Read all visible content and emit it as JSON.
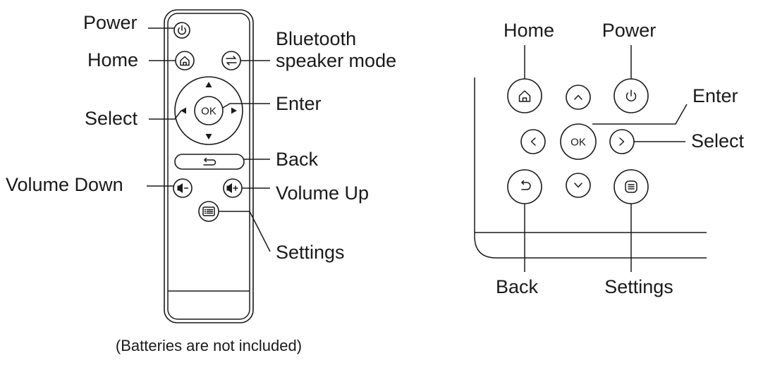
{
  "remote": {
    "labels": {
      "power": "Power",
      "home": "Home",
      "bluetooth_line1": "Bluetooth",
      "bluetooth_line2": "speaker mode",
      "select": "Select",
      "enter": "Enter",
      "back": "Back",
      "volume_down": "Volume Down",
      "volume_up": "Volume Up",
      "settings": "Settings"
    },
    "ok_label": "OK",
    "note": "(Batteries are not included)"
  },
  "panel": {
    "labels": {
      "home": "Home",
      "power": "Power",
      "enter": "Enter",
      "select": "Select",
      "back": "Back",
      "settings": "Settings"
    },
    "ok_label": "OK"
  }
}
